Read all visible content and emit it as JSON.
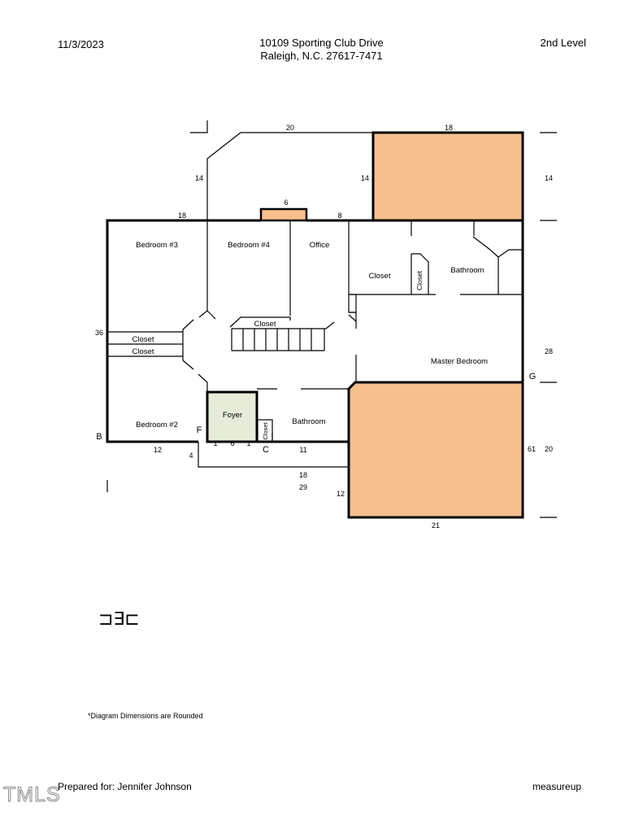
{
  "header": {
    "date": "11/3/2023",
    "address_line1": "10109 Sporting Club Drive",
    "address_line2": "Raleigh, N.C. 27617-7471",
    "level": "2nd Level"
  },
  "rooms": {
    "bedroom3": "Bedroom #3",
    "bedroom4": "Bedroom #4",
    "office": "Office",
    "closet_a": "Closet",
    "bathroom_a": "Bathroom",
    "closet_v1": "Closet",
    "closet_mid": "Closet",
    "closet_l1": "Closet",
    "closet_l2": "Closet",
    "master_bedroom": "Master Bedroom",
    "foyer": "Foyer",
    "bedroom2": "Bedroom #2",
    "bathroom_b": "Bathroom",
    "closet_v2": "Closet"
  },
  "dimensions": {
    "d20_top": "20",
    "d18_top": "18",
    "d14_left": "14",
    "d14_mid": "14",
    "d14_right": "14",
    "d6": "6",
    "d18_wall": "18",
    "d8": "8",
    "d36": "36",
    "d28": "28",
    "d12_bottom": "12",
    "d4": "4",
    "d1a": "1",
    "d6b": "6",
    "d1b": "1",
    "d11": "11",
    "d61": "61",
    "d20_right": "20",
    "d18_lower": "18",
    "d29": "29",
    "d12_low": "12",
    "d21": "21"
  },
  "markers": {
    "B": "B",
    "F": "F",
    "C": "C",
    "G": "G"
  },
  "colors": {
    "deck_fill": "#f8bf8e",
    "foyer_fill": "#e6ecd7"
  },
  "legend_glyph": "⊐∃⊏",
  "footer": {
    "note": "*Diagram Dimensions are Rounded",
    "prepared_for": "Prepared for: Jennifer Johnson",
    "brand": "measureup",
    "watermark": "TMLS"
  }
}
